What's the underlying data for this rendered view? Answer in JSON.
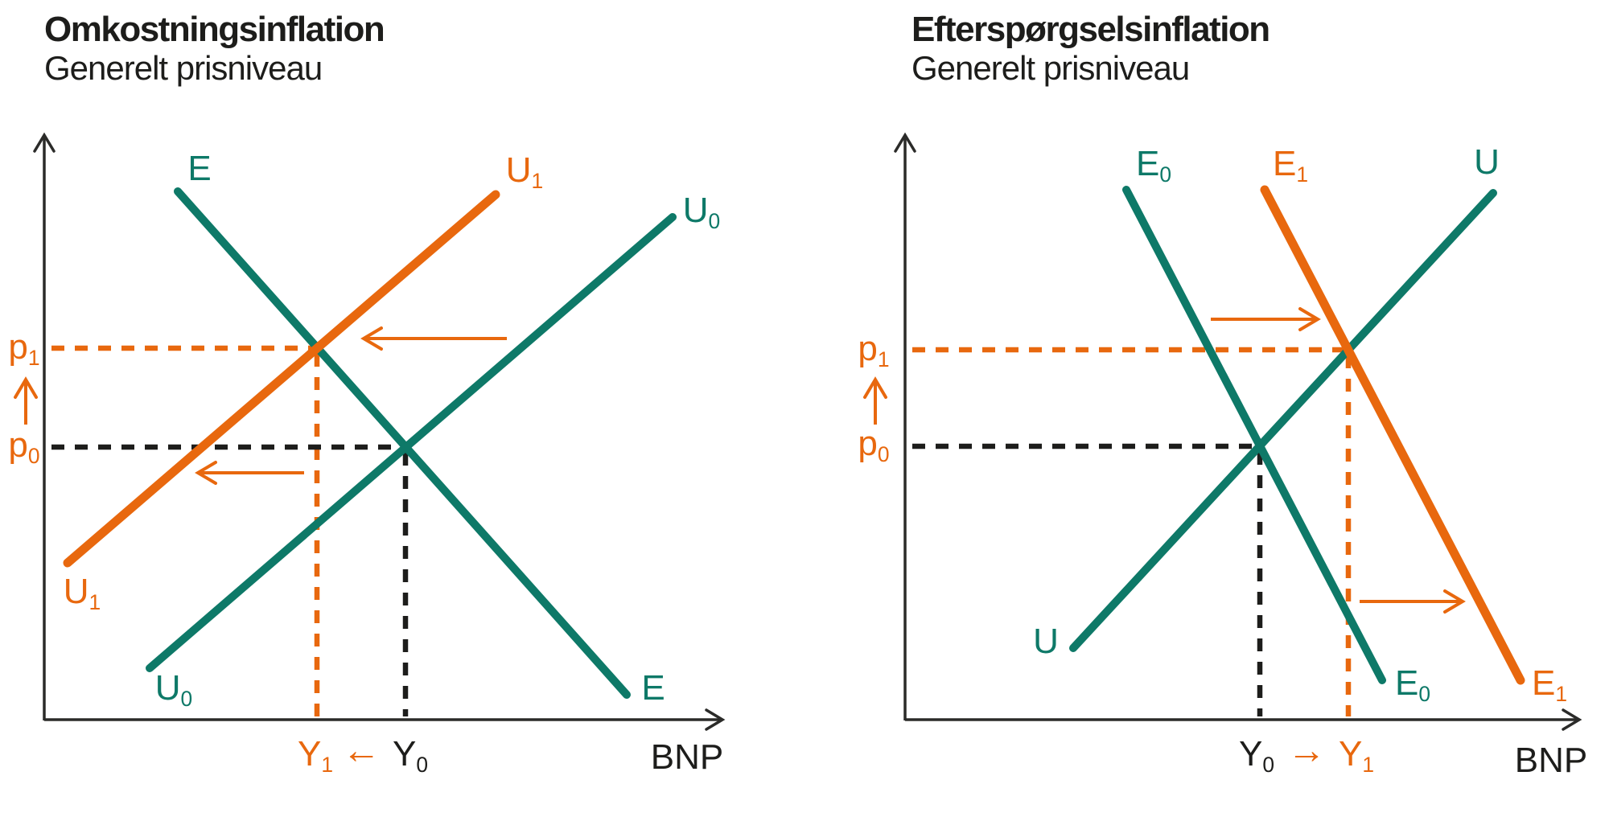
{
  "figure": {
    "colors": {
      "teal": "#0e7968",
      "orange": "#e8680e",
      "text": "#1d1d1b"
    },
    "left": {
      "title": "Omkostningsinflation",
      "subtitle": "Generelt prisniveau",
      "axis_x_label": "BNP",
      "curve_E": "E",
      "curve_U0": {
        "base": "U",
        "sub": "0"
      },
      "curve_U1": {
        "base": "U",
        "sub": "1"
      },
      "price_p1": {
        "base": "p",
        "sub": "1"
      },
      "price_p0": {
        "base": "p",
        "sub": "0"
      },
      "output_Y1": {
        "base": "Y",
        "sub": "1"
      },
      "output_Y0": {
        "base": "Y",
        "sub": "0"
      },
      "shift_arrow": "←"
    },
    "right": {
      "title": "Efterspørgselsinflation",
      "subtitle": "Generelt prisniveau",
      "axis_x_label": "BNP",
      "curve_E0": {
        "base": "E",
        "sub": "0"
      },
      "curve_E1": {
        "base": "E",
        "sub": "1"
      },
      "curve_U": "U",
      "price_p1": {
        "base": "p",
        "sub": "1"
      },
      "price_p0": {
        "base": "p",
        "sub": "0"
      },
      "output_Y0": {
        "base": "Y",
        "sub": "0"
      },
      "output_Y1": {
        "base": "Y",
        "sub": "1"
      },
      "shift_arrow": "→"
    }
  }
}
